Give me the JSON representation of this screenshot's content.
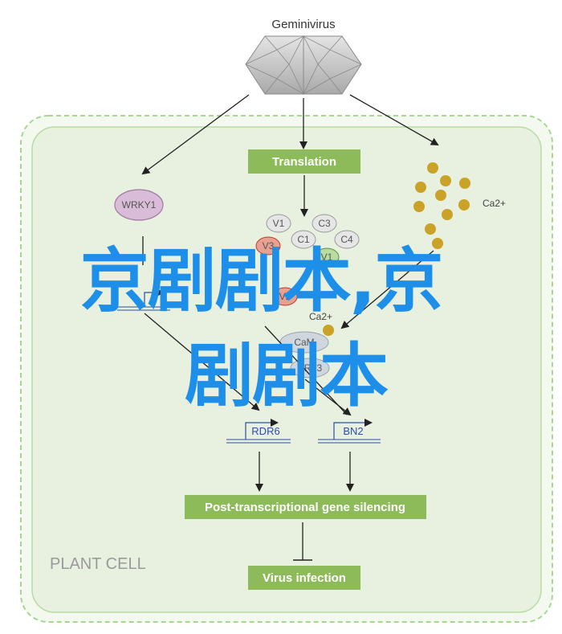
{
  "diagram": {
    "virus_label": "Geminivirus",
    "translation_label": "Translation",
    "wrky_label": "WRKY1",
    "ca_label": "Ca2+",
    "ca_label_2": "Ca2+",
    "proteins": [
      "V1",
      "C3",
      "C1",
      "C4",
      "V3",
      "V1",
      "V2"
    ],
    "cam_label": "CaM",
    "art_label": "ART3",
    "gene_1": "RDR6",
    "gene_2": "BN2",
    "ptgs_label": "Post-transcriptional gene silencing",
    "infection_label": "Virus infection",
    "cell_label": "PLANT CELL"
  },
  "overlay": {
    "line1": "京剧剧本,京",
    "line2": "剧剧本"
  },
  "colors": {
    "green_box": "#8dbb5a",
    "cell_fill": "#e9f3e0",
    "cell_border": "#9fd08a",
    "overlay_text": "#1e8fe8",
    "calcium": "#c9a227"
  }
}
